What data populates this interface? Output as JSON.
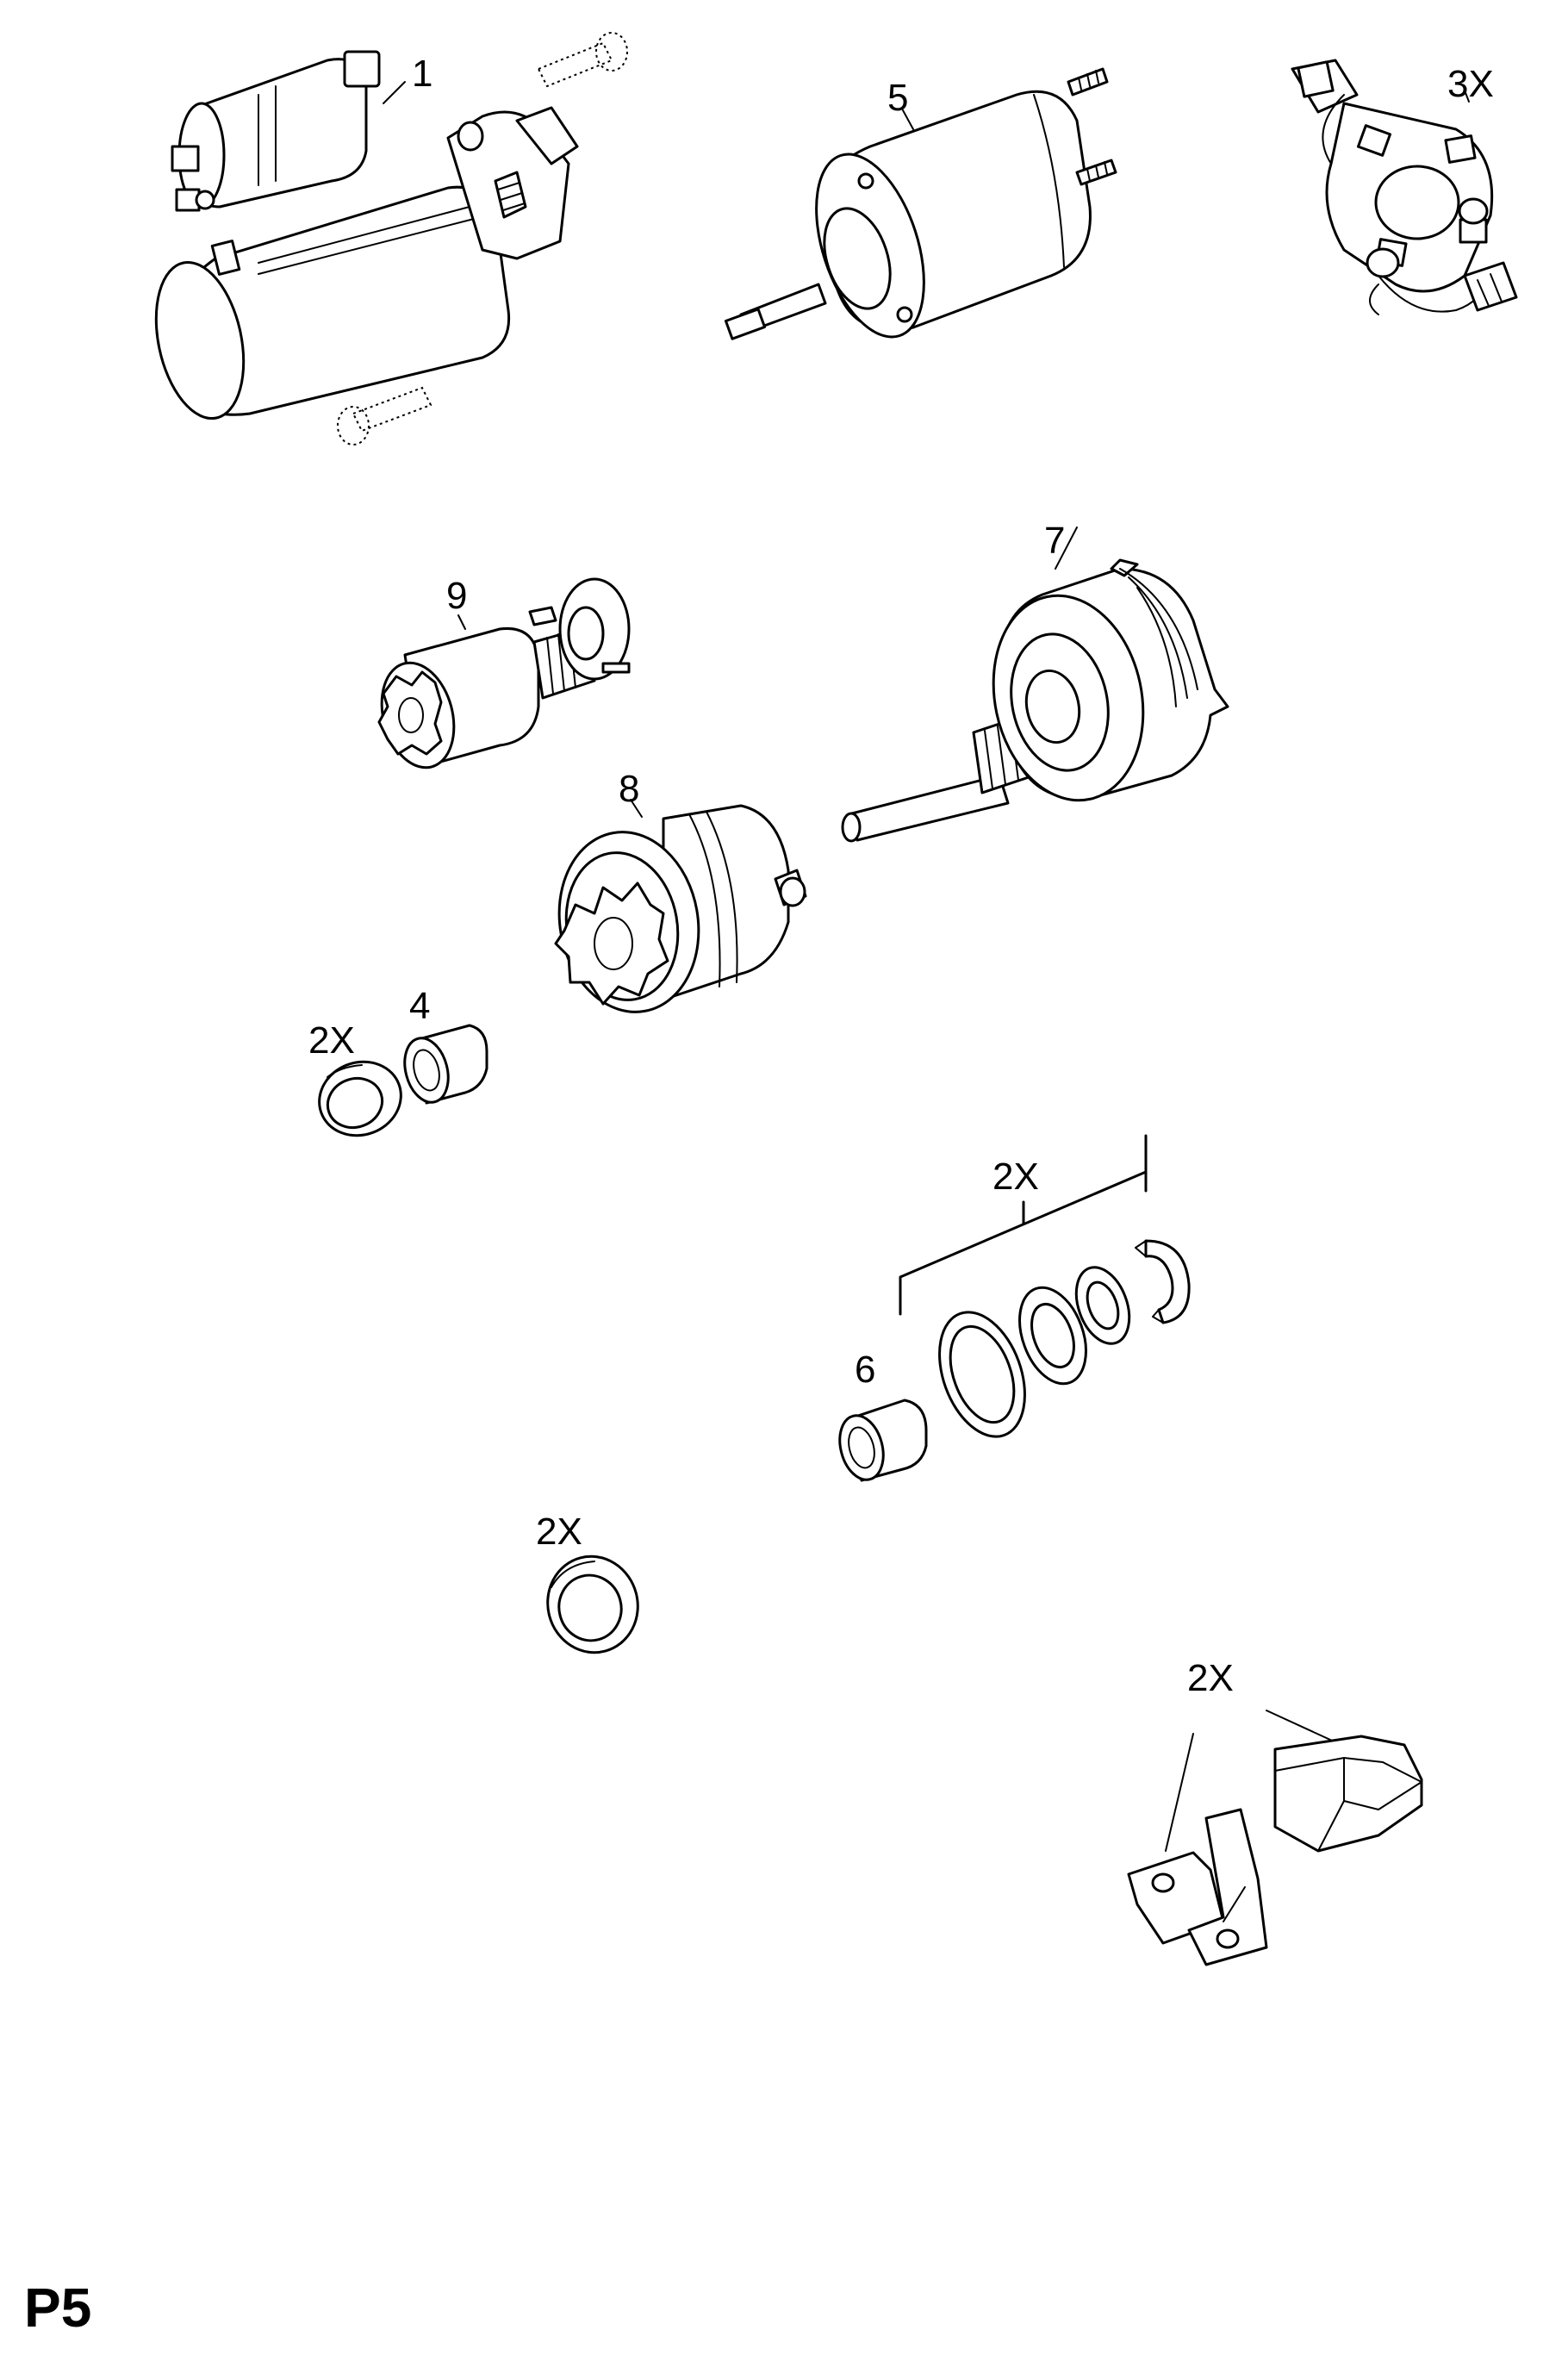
{
  "diagram": {
    "page_code": "P5",
    "callouts": {
      "starter": "1",
      "solenoid": "5",
      "brush_holder": "3X",
      "drive_pinion_small": "9",
      "armature": "7",
      "drive_pinion": "8",
      "bushing_qty": "2X",
      "bushing": "4",
      "washer_set_qty": "2X",
      "washer_set": "6",
      "seal_ring_qty": "2X",
      "terminal_qty": "2X"
    }
  }
}
